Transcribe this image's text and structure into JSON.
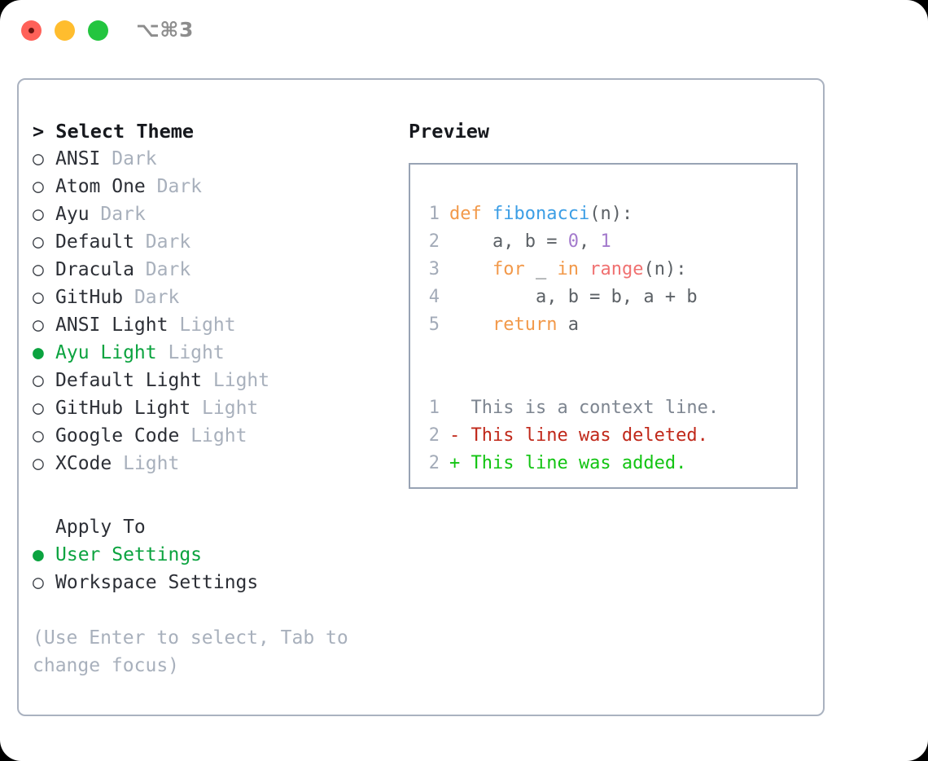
{
  "window": {
    "shortcut": "⌥⌘3",
    "traffic_lights": [
      "close-red",
      "minimize-yellow",
      "maximize-green"
    ]
  },
  "left": {
    "heading": "> Select Theme",
    "marker_selected": "●",
    "marker_unselected": "○",
    "themes": [
      {
        "name": "ANSI",
        "tag": "Dark",
        "selected": false
      },
      {
        "name": "Atom One",
        "tag": "Dark",
        "selected": false
      },
      {
        "name": "Ayu",
        "tag": "Dark",
        "selected": false
      },
      {
        "name": "Default",
        "tag": "Dark",
        "selected": false
      },
      {
        "name": "Dracula",
        "tag": "Dark",
        "selected": false
      },
      {
        "name": "GitHub",
        "tag": "Dark",
        "selected": false
      },
      {
        "name": "ANSI Light",
        "tag": "Light",
        "selected": false
      },
      {
        "name": "Ayu Light",
        "tag": "Light",
        "selected": true
      },
      {
        "name": "Default Light",
        "tag": "Light",
        "selected": false
      },
      {
        "name": "GitHub Light",
        "tag": "Light",
        "selected": false
      },
      {
        "name": "Google Code",
        "tag": "Light",
        "selected": false
      },
      {
        "name": "XCode",
        "tag": "Light",
        "selected": false
      }
    ],
    "apply_to": {
      "heading": "Apply To",
      "options": [
        {
          "name": "User Settings",
          "selected": true
        },
        {
          "name": "Workspace Settings",
          "selected": false
        }
      ]
    },
    "hint": "(Use Enter to select, Tab to change focus)"
  },
  "right": {
    "heading": "Preview",
    "code_lines": [
      {
        "n": "1",
        "tokens": [
          {
            "t": "def",
            "c": "kw"
          },
          {
            "t": " ",
            "c": "pl"
          },
          {
            "t": "fibonacci",
            "c": "fn"
          },
          {
            "t": "(n):",
            "c": "pl"
          }
        ]
      },
      {
        "n": "2",
        "tokens": [
          {
            "t": "    a, b = ",
            "c": "pl"
          },
          {
            "t": "0",
            "c": "num"
          },
          {
            "t": ", ",
            "c": "pl"
          },
          {
            "t": "1",
            "c": "num"
          }
        ]
      },
      {
        "n": "3",
        "tokens": [
          {
            "t": "    ",
            "c": "pl"
          },
          {
            "t": "for",
            "c": "kw"
          },
          {
            "t": " _ ",
            "c": "pl"
          },
          {
            "t": "in",
            "c": "kw"
          },
          {
            "t": " ",
            "c": "pl"
          },
          {
            "t": "range",
            "c": "bi"
          },
          {
            "t": "(n):",
            "c": "pl"
          }
        ]
      },
      {
        "n": "4",
        "tokens": [
          {
            "t": "        a, b = b, a + b",
            "c": "pl"
          }
        ]
      },
      {
        "n": "5",
        "tokens": [
          {
            "t": "    ",
            "c": "pl"
          },
          {
            "t": "return",
            "c": "kw"
          },
          {
            "t": " a",
            "c": "pl"
          }
        ]
      }
    ],
    "diff_lines": [
      {
        "n": "1",
        "prefix": "  ",
        "text": "This is a context line.",
        "kind": "ctx"
      },
      {
        "n": "2",
        "prefix": "- ",
        "text": "This line was deleted.",
        "kind": "del"
      },
      {
        "n": "2",
        "prefix": "+ ",
        "text": "This line was added.",
        "kind": "add"
      }
    ]
  },
  "colors": {
    "accent_green": "#0ba33f",
    "keyword_orange": "#f2994a",
    "function_blue": "#3c9ee5",
    "number_purple": "#a37acc",
    "builtin_salmon": "#f07171",
    "diff_add_green": "#12c412",
    "diff_del_red": "#c0281a",
    "muted_gray": "#a8b0bc",
    "border_gray": "#aab2c0"
  }
}
